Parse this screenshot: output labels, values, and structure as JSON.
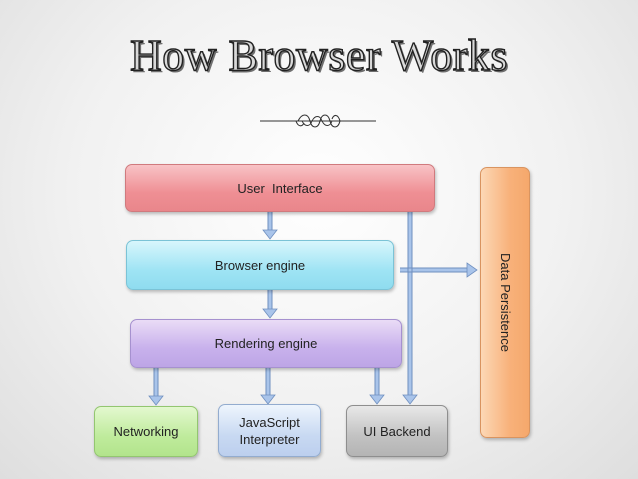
{
  "title": "How Browser Works",
  "boxes": {
    "user_interface": "User  Interface",
    "browser_engine": "Browser engine",
    "rendering_engine": "Rendering engine",
    "networking": "Networking",
    "javascript_interpreter_line1": "JavaScript",
    "javascript_interpreter_line2": "Interpreter",
    "ui_backend": "UI Backend",
    "data_persistence": "Data Persistence"
  },
  "colors": {
    "user_interface": "#ef8f94",
    "browser_engine": "#9fe4f4",
    "rendering_engine": "#c8b1ec",
    "networking": "#bfeb9c",
    "javascript_interpreter": "#c8d9f2",
    "ui_backend": "#c2c2c2",
    "data_persistence": "#f8b17a",
    "arrow": "#a9c4ea"
  }
}
